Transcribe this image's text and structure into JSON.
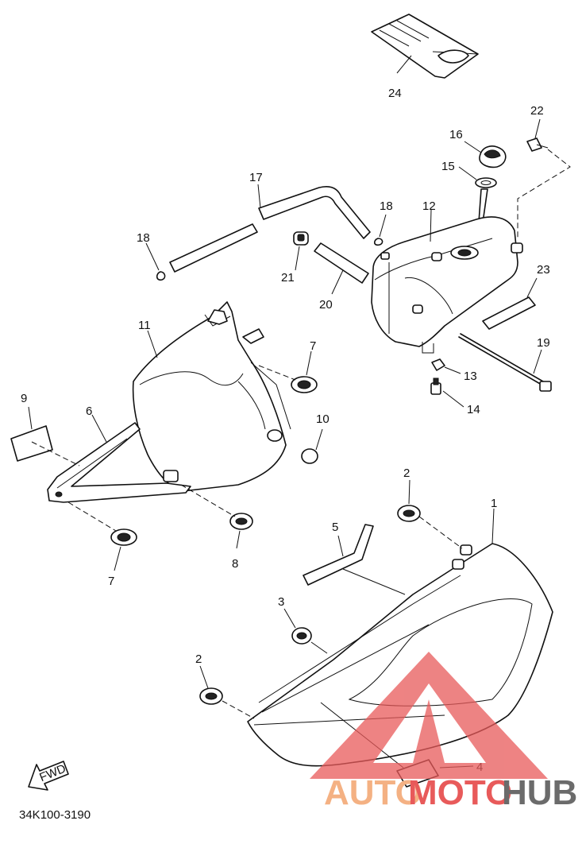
{
  "diagram_code": "34K100-3190",
  "fwd_label": "FWD",
  "part_numbers": {
    "p1": "1",
    "p2a": "2",
    "p2b": "2",
    "p3": "3",
    "p4": "4",
    "p5": "5",
    "p6": "6",
    "p7a": "7",
    "p7b": "7",
    "p8": "8",
    "p9": "9",
    "p10": "10",
    "p11": "11",
    "p12": "12",
    "p13": "13",
    "p14": "14",
    "p15": "15",
    "p16": "16",
    "p17": "17",
    "p18a": "18",
    "p18b": "18",
    "p19": "19",
    "p20": "20",
    "p21": "21",
    "p22": "22",
    "p23": "23",
    "p24": "24"
  },
  "watermark": {
    "part1": "AUTO",
    "part2": "MOTO",
    "part3": "HUB",
    "color_orange": "#f4b183",
    "color_red": "#e85a5a",
    "color_gray": "#6b6b6b"
  }
}
